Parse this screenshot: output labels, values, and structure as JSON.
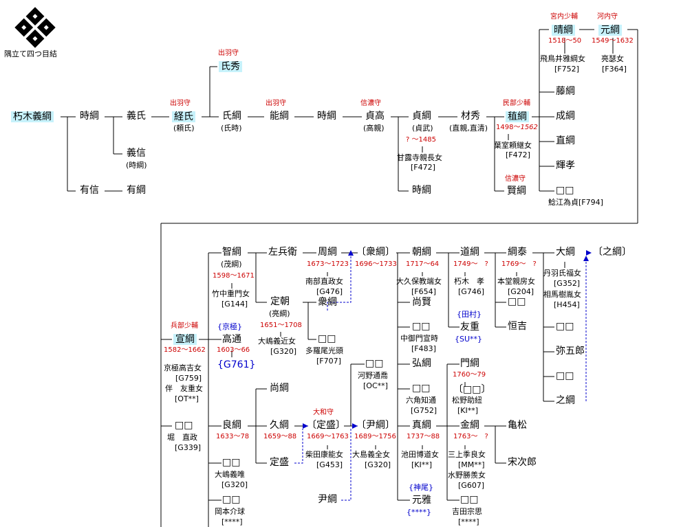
{
  "header": {
    "crest_caption": "隅立て四つ目結"
  },
  "colors": {
    "highlight": "#c7f2fb",
    "rank": "#cc0000",
    "link": "#0000cc"
  },
  "n": {
    "kutsuki": "朽木義綱",
    "tokitsuna1": "時綱",
    "ariyoshi": "有信",
    "yoshiuji": "義氏",
    "yoshinobu": "義信",
    "yoshinobu_alt": "(時綱)",
    "aritsuna": "有綱",
    "tsuneuji": "経氏",
    "tsuneuji_alt": "(頼氏)",
    "tsuneuji_rank": "出羽守",
    "ujihide": "氏秀",
    "ujihide_rank": "出羽守",
    "ujitsuna": "氏綱",
    "ujitsuna_alt": "(氏時)",
    "yoshitsuna": "能綱",
    "yoshitsuna_rank": "出羽守",
    "tokitsuna2": "時綱",
    "sadataka": "貞高",
    "sadataka_alt": "(高親)",
    "sadataka_rank": "信濃守",
    "sadatsuna": "貞綱",
    "sadatsuna_alt": "(貞武)",
    "sadatsuna_years": "? ～1485",
    "sadatsuna_wife": "甘露寺親長女",
    "sadatsuna_wife_ref": "[F472]",
    "tokitsuna3": "時綱",
    "zaishu": "材秀",
    "zaishu_alt": "(直親,直清)",
    "tanetsuna": "稙綱",
    "tanetsuna_rank": "民部少輔",
    "tanetsuna_years": "1498～",
    "tanetsuna_years2": "1562",
    "tanetsuna_wife": "葉室頼継女",
    "tanetsuna_wife_ref": "[F472]",
    "katatsuna": "賢綱",
    "katatsuna_rank": "信濃守",
    "harutsuna": "晴綱",
    "harutsuna_rank": "宮内少輔",
    "harutsuna_years": "1518～50",
    "harutsuna_wife": "飛鳥井雅綱女",
    "harutsuna_wife_ref": "[F752]",
    "mototsuna": "元綱",
    "mototsuna_rank": "河内守",
    "mototsuna_years": "1549～1632",
    "mototsuna_wife": "亮瑟女",
    "mototsuna_wife_ref": "[F364]",
    "fujitsuna": "藤綱",
    "shigetsuna": "成綱",
    "naotsuna": "直綱",
    "terutaka": "輝孝",
    "unknown1": "□□",
    "unknown1_note": "鯰江為貞[F794]",
    "nobutsuna": "宣綱",
    "nobutsuna_rank": "兵部少輔",
    "nobutsuna_years": "1582～1662",
    "nobutsuna_wife1": "京極高吉女",
    "nobutsuna_wife1_ref": "[G759]",
    "nobutsuna_wife2": "伴　友重女",
    "nobutsuna_wife2_ref": "[OT**]",
    "unknown2": "□□",
    "unknown2_note": "堀　直政",
    "unknown2_ref": "[G339]",
    "tomotsuna": "智綱",
    "tomotsuna_alt": "(茂綱)",
    "tomotsuna_years": "1598～1671",
    "tomotsuna_wife": "竹中重門女",
    "tomotsuna_wife_ref": "[G144]",
    "kyogoku": "{京極}",
    "takamichi": "高通",
    "takamichi_years": "1603～66",
    "takamichi_ref": "{G761}",
    "sahyoe": "左兵衛",
    "sadatomo": "定朝",
    "sadatomo_alt": "(亮綱)",
    "sadatomo_years": "1651～1708",
    "sadatomo_wife": "大嶋義近女",
    "sadatomo_wife_ref": "[G320]",
    "chikatsuna": "周綱",
    "chikatsuna_years": "1673～1723",
    "chikatsuna_wife": "南部直政女",
    "chikatsuna_wife_ref": "[G476]",
    "shutsuna_a": "衆綱",
    "unknown3": "□□",
    "unknown3_note": "多羅尾光頭",
    "unknown3_ref": "[F707]",
    "shutsuna": "〔衆綱〕",
    "shutsuna_years": "1696～1733",
    "asatsuna": "朝綱",
    "asatsuna_years": "1717～64",
    "asatsuna_wife": "大久保教端女",
    "asatsuna_wife_ref": "[F654]",
    "hisakata": "尚賢",
    "unknown4": "□□",
    "unknown4_note": "中御門宣時",
    "unknown4_ref": "[F483]",
    "hirotsuna": "弘綱",
    "unknown5": "□□",
    "unknown5_note": "六角知通",
    "unknown5_ref": "[G752]",
    "michitsuna": "道綱",
    "michitsuna_years": "1749～　?",
    "michitsuna_wife": "朽木　孝",
    "michitsuna_wife_ref": "[G746]",
    "tamura": "{田村}",
    "tomoshige": "友重",
    "tomoshige_ref": "{SU**}",
    "tsunayasu": "綱泰",
    "tsunayasu_years": "1769～　?",
    "tsunayasu_wife": "本堂親房女",
    "tsunayasu_wife_ref": "[G204]",
    "unknown6": "□□",
    "tsuneyoshi": "恒吉",
    "ootsuna": "大綱",
    "ootsuna_wife1": "丹羽氏福女",
    "ootsuna_wife1_ref": "[G352]",
    "ootsuna_wife2": "相馬樹胤女",
    "ootsuna_wife2_ref": "[H454]",
    "unknown7": "□□",
    "yagoro": "弥五郎",
    "unknown8": "□□",
    "yuki": "之綱",
    "yukitsuna": "〔之綱〕",
    "kawano": "□□",
    "kawano_note": "河野通喬",
    "kawano_ref": "[OC**]",
    "montsuna": "門綱",
    "montsuna_years": "1760～79",
    "montsuna2": "〔□□〕",
    "montsuna2_note": "松野助紐",
    "montsuna2_ref": "[KI**]",
    "naotsuna2": "尚綱",
    "yoshitsuna2": "良綱",
    "yoshitsuna2_years": "1633～78",
    "hisatsuna": "久綱",
    "hisatsuna_years": "1659～88",
    "sadamori": "〔定盛〕",
    "sadamori_rank": "大和守",
    "sadamori_years": "1669～1763",
    "sadamori_wife": "柴田康能女",
    "sadamori_wife_ref": "[G453]",
    "sadamori2": "定盛",
    "itsuna": "〔尹綱〕",
    "itsuna_years": "1689～1756",
    "itsuna_wife": "大島義全女",
    "itsuna_wife_ref": "[G320]",
    "matsuna": "真綱",
    "matsuna_years": "1737～88",
    "matsuna_wife": "池田博道女",
    "matsuna_wife_ref": "[KI**]",
    "kamio": "{神尾}",
    "motomasa": "元雅",
    "motomasa_ref": "{****}",
    "kanetsuna": "金綱",
    "kanetsuna_years": "1763～　?",
    "kanetsuna_wife1": "三上季良女",
    "kanetsuna_wife1_ref": "[MM**]",
    "kanetsuna_wife2": "水野勝羨女",
    "kanetsuna_wife2_ref": "[G607]",
    "unknown9": "□□",
    "unknown9_note": "吉田宗思",
    "unknown9_ref": "[****]",
    "kamematsu": "亀松",
    "sojiro": "宋次郎",
    "unknown10": "□□",
    "unknown10_note": "大嶋義唯",
    "unknown10_ref": "[G320]",
    "unknown11": "□□",
    "unknown11_note": "岡本介球",
    "unknown11_ref": "[****]",
    "itsuna2": "尹綱"
  }
}
